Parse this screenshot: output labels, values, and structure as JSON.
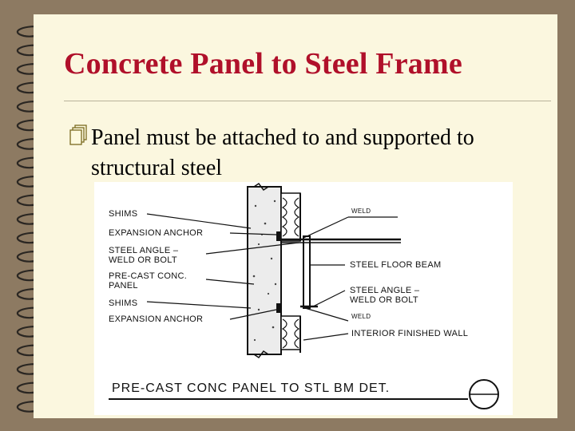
{
  "slide": {
    "title": "Concrete Panel to Steel Frame",
    "bullet": "Panel must be attached to and supported to structural steel",
    "bullet_icon": "pages-icon",
    "title_color": "#b0102a",
    "page_color": "#fbf7df",
    "frame_color": "#8d7a62"
  },
  "drawing": {
    "left_labels": {
      "shims_top": "SHIMS",
      "expansion_anchor_top": "EXPANSION ANCHOR",
      "steel_angle_1": "STEEL ANGLE –",
      "steel_angle_2": "WELD OR BOLT",
      "precast_1": "PRE-CAST CONC.",
      "precast_2": "PANEL",
      "shims_bottom": "SHIMS",
      "expansion_anchor_bottom": "EXPANSION ANCHOR"
    },
    "right_labels": {
      "weld_top": "WELD",
      "steel_floor_beam": "STEEL FLOOR BEAM",
      "steel_angle_1": "STEEL ANGLE –",
      "steel_angle_2": "WELD OR BOLT",
      "weld_bottom": "WELD",
      "interior_wall": "INTERIOR FINISHED WALL"
    },
    "caption": "PRE-CAST CONC PANEL TO STL BM DET."
  }
}
